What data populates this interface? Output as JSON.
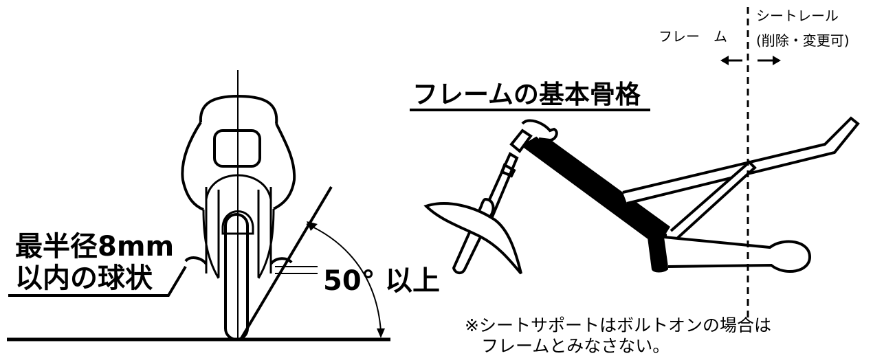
{
  "left_figure": {
    "radius_label_line1": "最半径8mm",
    "radius_label_line2": "以内の球状",
    "angle_value": "50°",
    "angle_suffix": "以上"
  },
  "right_figure": {
    "title": "フレームの基本骨格",
    "frame_label": "フレー　ム",
    "seat_rail_label_line1": "シートレール",
    "seat_rail_label_line2": "(削除・変更可)",
    "note_line1": "※シートサポートはボルトオンの場合は",
    "note_line2": "フレームとみなさない。"
  }
}
